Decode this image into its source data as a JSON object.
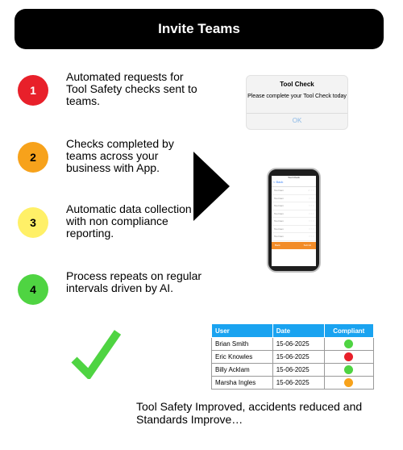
{
  "header": {
    "title": "Invite Teams"
  },
  "steps": [
    {
      "number": "1",
      "text": "Automated requests for Tool Safety checks sent to teams.",
      "color": "#e8202a",
      "text_color": "#ffffff"
    },
    {
      "number": "2",
      "text": "Checks completed by teams across your business with App.",
      "color": "#f7a21b",
      "text_color": "#000000"
    },
    {
      "number": "3",
      "text": "Automatic data collection with non compliance reporting.",
      "color": "#fff067",
      "text_color": "#000000"
    },
    {
      "number": "4",
      "text": "Process repeats on regular intervals driven by AI.",
      "color": "#4fd442",
      "text_color": "#000000"
    }
  ],
  "dialog": {
    "title": "Tool Check",
    "message": "Please complete your Tool Check today",
    "ok_label": "OK"
  },
  "phone_screen": {
    "status": "Tool Check",
    "nav": "< Back",
    "rows": [
      "Tool item",
      "Tool item",
      "Tool item",
      "Tool item",
      "Tool item",
      "Tool item",
      "Tool item",
      "Tool item"
    ],
    "bar_left": "Back",
    "bar_right": "Submit"
  },
  "table": {
    "columns": [
      "User",
      "Date",
      "Compliant"
    ],
    "rows": [
      {
        "user": "Brian Smith",
        "date": "15-06-2025",
        "status_color": "#4fd442"
      },
      {
        "user": "Eric Knowles",
        "date": "15-06-2025",
        "status_color": "#e8202a"
      },
      {
        "user": "Billy Acklam",
        "date": "15-06-2025",
        "status_color": "#4fd442"
      },
      {
        "user": "Marsha Ingles",
        "date": "15-06-2025",
        "status_color": "#f7a21b"
      }
    ]
  },
  "footer": {
    "text": "Tool Safety Improved, accidents reduced and Standards Improve…"
  },
  "colors": {
    "header_bg": "#000000",
    "table_header": "#1aa3f0",
    "check": "#4fd442",
    "phone_bar": "#f28c28"
  },
  "icons": {
    "check": "check-mark-icon",
    "arrow": "play-arrow-icon"
  }
}
